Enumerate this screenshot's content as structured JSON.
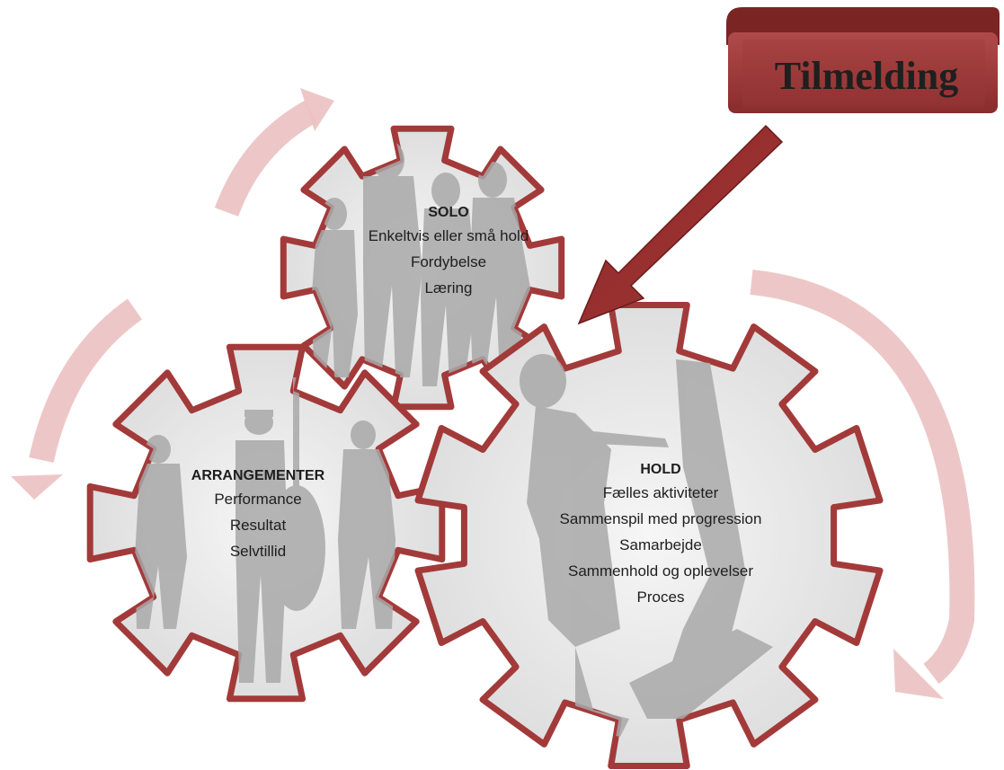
{
  "diagram": {
    "gears": [
      {
        "id": "solo",
        "title": "SOLO",
        "lines": [
          "Enkeltvis eller små hold",
          "Fordybelse",
          "Læring"
        ]
      },
      {
        "id": "arrangementer",
        "title": "ARRANGEMENTER",
        "lines": [
          "Performance",
          "Resultat",
          "Selvtillid"
        ]
      },
      {
        "id": "hold",
        "title": "HOLD",
        "lines": [
          "Fælles aktiviteter",
          "Sammenspil med progression",
          "Samarbejde",
          "Sammenhold og oplevelser",
          "Proces"
        ]
      }
    ],
    "entry_box": {
      "label": "Tilmelding"
    },
    "colors": {
      "gear_outline": "#a33a3a",
      "gear_fill": "#ececec",
      "silhouette": "#a8a8a8",
      "cycle_arrow": "#e7b9b9",
      "entry_arrow": "#8c2a2a",
      "entry_box": "#8f2f2f",
      "entry_box_top": "#7a2424"
    }
  }
}
